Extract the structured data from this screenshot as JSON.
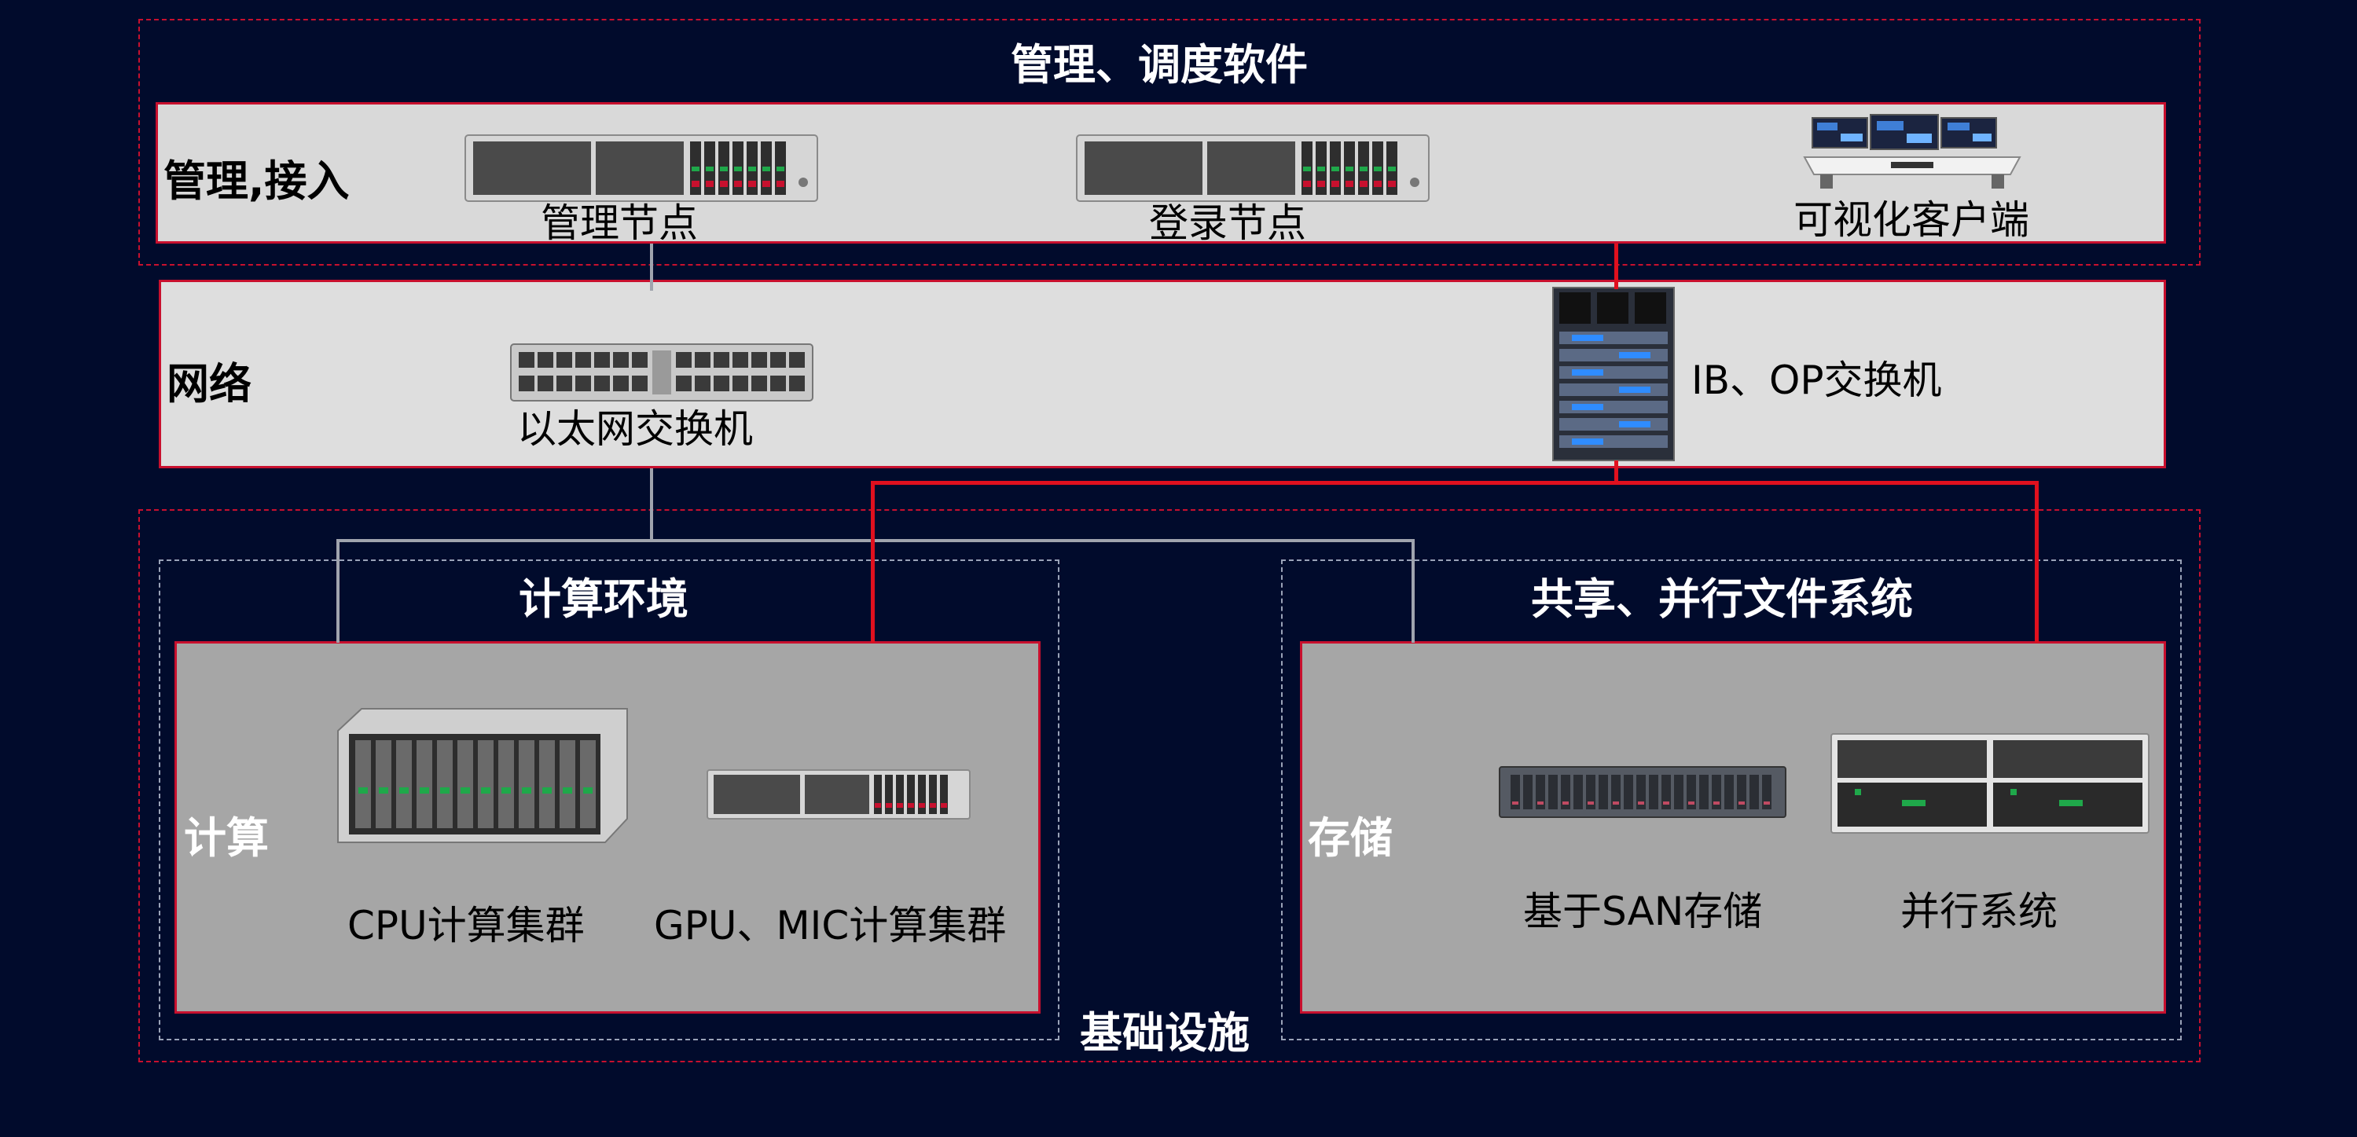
{
  "diagram": {
    "top_title": "管理、调度软件",
    "row_management": {
      "label": "管理,接入",
      "nodes": [
        "管理节点",
        "登录节点",
        "可视化客户端"
      ]
    },
    "row_network": {
      "label": "网络",
      "switches": [
        "以太网交换机",
        "IB、OP交换机"
      ]
    },
    "infrastructure": {
      "label": "基础设施",
      "compute_env": {
        "title": "计算环境",
        "panel_label": "计算",
        "clusters": [
          "CPU计算集群",
          "GPU、MIC计算集群"
        ]
      },
      "storage_env": {
        "title": "共享、并行文件系统",
        "panel_label": "存储",
        "systems": [
          "基于SAN存储",
          "并行系统"
        ]
      }
    }
  },
  "colors": {
    "background": "#010b2c",
    "accent_red": "#c8102e",
    "panel_light": "#d9d9d9",
    "panel_gray": "#a6a6a6",
    "connector_gray": "#a0a4ae"
  }
}
